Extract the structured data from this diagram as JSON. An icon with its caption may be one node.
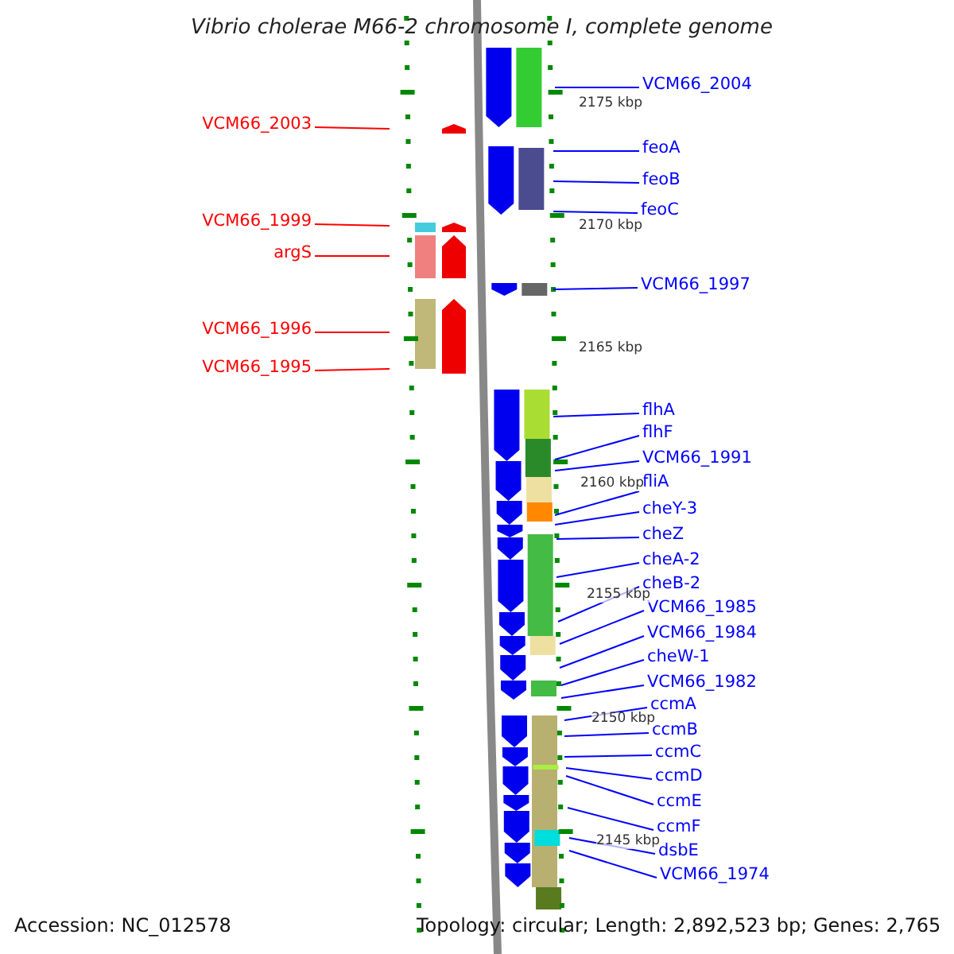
{
  "diagram": {
    "title": "Vibrio cholerae M66-2 chromosome I, complete genome",
    "nodes": [
      {
        "text": [
          "VCM66_2003"
        ]
      },
      {
        "text": [
          "VCM66_1999"
        ]
      },
      {
        "text": [
          "argS"
        ]
      },
      {
        "text": [
          "VCM66_1996"
        ]
      },
      {
        "text": [
          "VCM66_1995"
        ]
      },
      {
        "text": [
          "VCM66_2004"
        ]
      },
      {
        "text": [
          "feoA"
        ]
      },
      {
        "text": [
          "feoB"
        ]
      },
      {
        "text": [
          "feoC"
        ]
      },
      {
        "text": [
          "VCM66_1997"
        ]
      },
      {
        "text": [
          "flhA"
        ]
      },
      {
        "text": [
          "flhF"
        ]
      },
      {
        "text": [
          "VCM66_1991"
        ]
      },
      {
        "text": [
          "fliA"
        ]
      },
      {
        "text": [
          "cheY-3"
        ]
      },
      {
        "text": [
          "cheZ"
        ]
      },
      {
        "text": [
          "cheA-2"
        ]
      },
      {
        "text": [
          "cheB-2"
        ]
      },
      {
        "text": [
          "VCM66_1985"
        ]
      },
      {
        "text": [
          "VCM66_1984"
        ]
      },
      {
        "text": [
          "cheW-1"
        ]
      },
      {
        "text": [
          "VCM66_1982"
        ]
      },
      {
        "text": [
          "ccmA"
        ]
      },
      {
        "text": [
          "ccmB"
        ]
      },
      {
        "text": [
          "ccmC"
        ]
      },
      {
        "text": [
          "ccmD"
        ]
      },
      {
        "text": [
          "ccmE"
        ]
      },
      {
        "text": [
          "ccmF"
        ]
      },
      {
        "text": [
          "dsbE"
        ]
      },
      {
        "text": [
          "VCM66_1974"
        ]
      }
    ],
    "edges": [
      {
        "from": 0,
        "to": null,
        "arrow": "none",
        "color": "#ff0000"
      },
      {
        "from": 1,
        "to": null,
        "arrow": "none",
        "color": "#ff0000"
      },
      {
        "from": 2,
        "to": null,
        "arrow": "none",
        "color": "#ff0000"
      },
      {
        "from": 3,
        "to": null,
        "arrow": "none",
        "color": "#ff0000"
      },
      {
        "from": 4,
        "to": null,
        "arrow": "none",
        "color": "#ff0000"
      },
      {
        "from": 5,
        "to": null,
        "arrow": "none"
      },
      {
        "from": 6,
        "to": null,
        "arrow": "none"
      },
      {
        "from": 7,
        "to": null,
        "arrow": "none"
      },
      {
        "from": 8,
        "to": null,
        "arrow": "none"
      },
      {
        "from": 9,
        "to": null,
        "arrow": "none"
      },
      {
        "from": 10,
        "to": null,
        "arrow": "none"
      },
      {
        "from": 11,
        "to": null,
        "arrow": "none"
      },
      {
        "from": 12,
        "to": null,
        "arrow": "none"
      },
      {
        "from": 13,
        "to": null,
        "arrow": "none"
      },
      {
        "from": 14,
        "to": null,
        "arrow": "none"
      },
      {
        "from": 15,
        "to": null,
        "arrow": "none"
      },
      {
        "from": 16,
        "to": null,
        "arrow": "none"
      },
      {
        "from": 17,
        "to": null,
        "arrow": "none"
      },
      {
        "from": 18,
        "to": null,
        "arrow": "none"
      },
      {
        "from": 19,
        "to": null,
        "arrow": "none"
      },
      {
        "from": 20,
        "to": null,
        "arrow": "none"
      },
      {
        "from": 21,
        "to": null,
        "arrow": "none"
      },
      {
        "from": 22,
        "to": null,
        "arrow": "none"
      },
      {
        "from": 23,
        "to": null,
        "arrow": "none"
      },
      {
        "from": 24,
        "to": null,
        "arrow": "none"
      },
      {
        "from": 25,
        "to": null,
        "arrow": "none"
      },
      {
        "from": 26,
        "to": null,
        "arrow": "none"
      },
      {
        "from": 27,
        "to": null,
        "arrow": "none"
      },
      {
        "from": 28,
        "to": null,
        "arrow": "none"
      },
      {
        "from": 29,
        "to": null,
        "arrow": "none"
      }
    ],
    "labels": [
      "2175 kbp",
      "2170 kbp",
      "2165 kbp",
      "2160 kbp",
      "2155 kbp",
      "2150 kbp",
      "2145 kbp",
      "Accession: NC_012578",
      "Topology: circular; Length: 2,892,523 bp; Genes: 2,765"
    ]
  }
}
